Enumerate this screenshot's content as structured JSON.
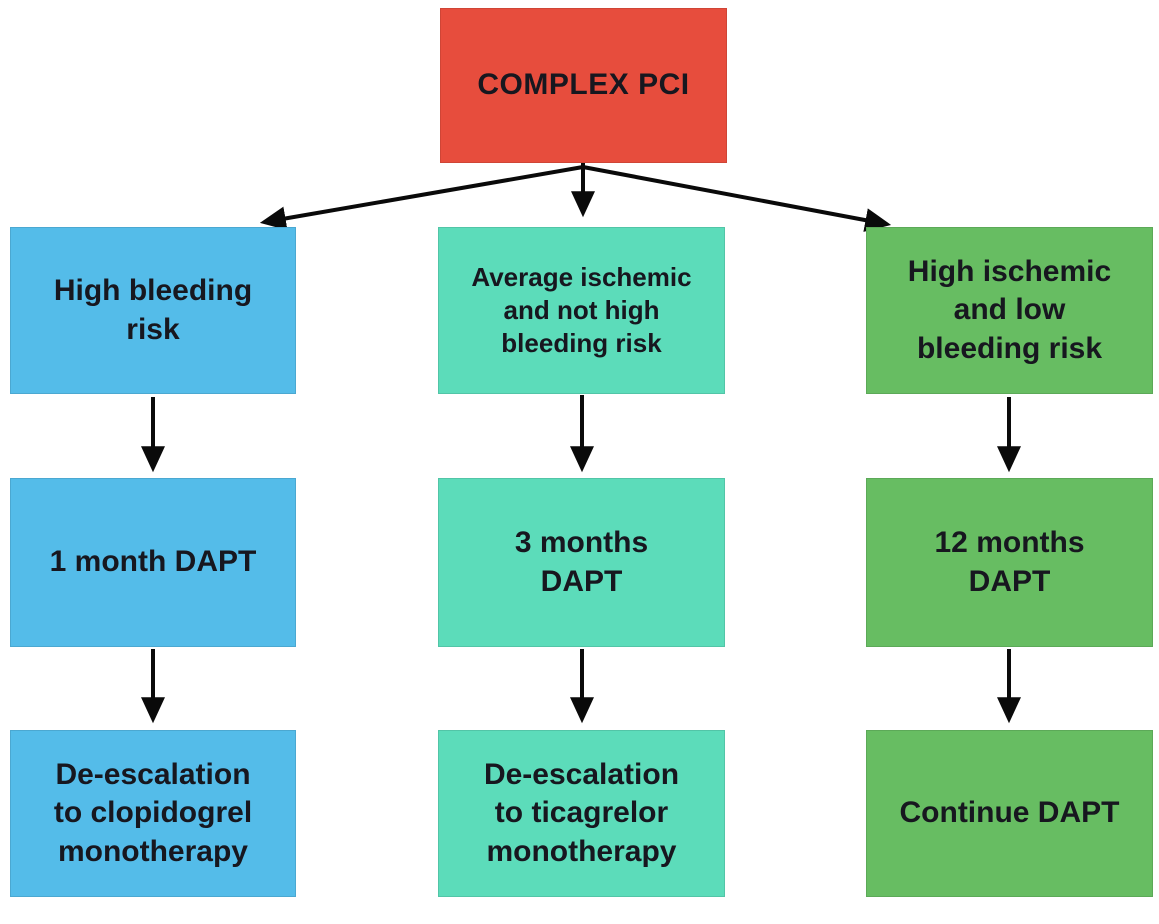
{
  "background": "#ffffff",
  "arrow_color": "#0a0a0a",
  "text_color": "#17171f",
  "root": {
    "label": "COMPLEX PCI",
    "color": "#e74d3d"
  },
  "columns": [
    {
      "name": "high-bleeding-risk",
      "color": "#54bce9",
      "condition": "High bleeding\nrisk",
      "duration": "1 month DAPT",
      "action": "De-escalation\nto clopidogrel\nmonotherapy"
    },
    {
      "name": "average-ischemic-not-high-bleeding",
      "color": "#5cdcba",
      "condition": "Average ischemic\nand not high\nbleeding risk",
      "duration": "3 months\nDAPT",
      "action": "De-escalation\nto ticagrelor\nmonotherapy"
    },
    {
      "name": "high-ischemic-low-bleeding",
      "color": "#67bd62",
      "condition": "High ischemic\nand low\nbleeding risk",
      "duration": "12 months\nDAPT",
      "action": "Continue DAPT"
    }
  ]
}
